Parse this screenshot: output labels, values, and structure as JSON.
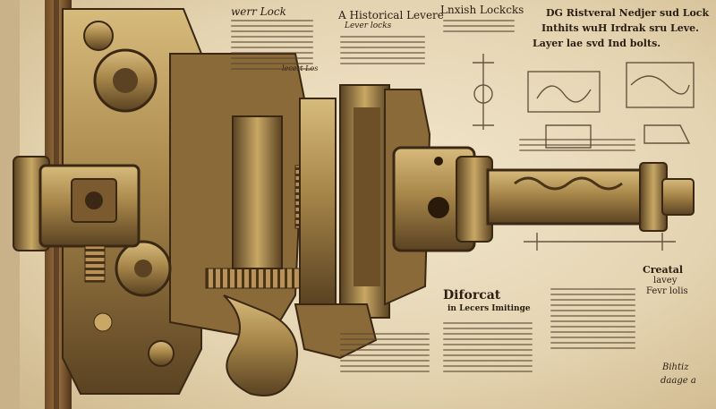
{
  "labels": {
    "wert_lock": "werr Lock",
    "historical_lever": "A Historical Levere",
    "lever_locks_sub": "Lever locks",
    "lnkish_locks": "Lnxish Lockcks",
    "dg_title_1": "DG Ristveral Nedjer sud Lock",
    "dg_title_2": "Inthits wuH Irdrak sru Leve.",
    "dg_title_3": "Layer lae svd Ind bolts.",
    "lecert_los": "lecert Los",
    "diforcat": "Diforcat",
    "lecers_imitinge": "in Lecers Imitinge",
    "crecal": "Creatal",
    "lavey": "lavey",
    "fovr_lolis": "Fevr lolis",
    "signature_1": "Bihtiz",
    "signature_2": "daage a"
  },
  "colors": {
    "parchment": "#e9dcc0",
    "brass": "#a8874a",
    "brass_dark": "#5a4222",
    "ink": "#2a1e12"
  }
}
